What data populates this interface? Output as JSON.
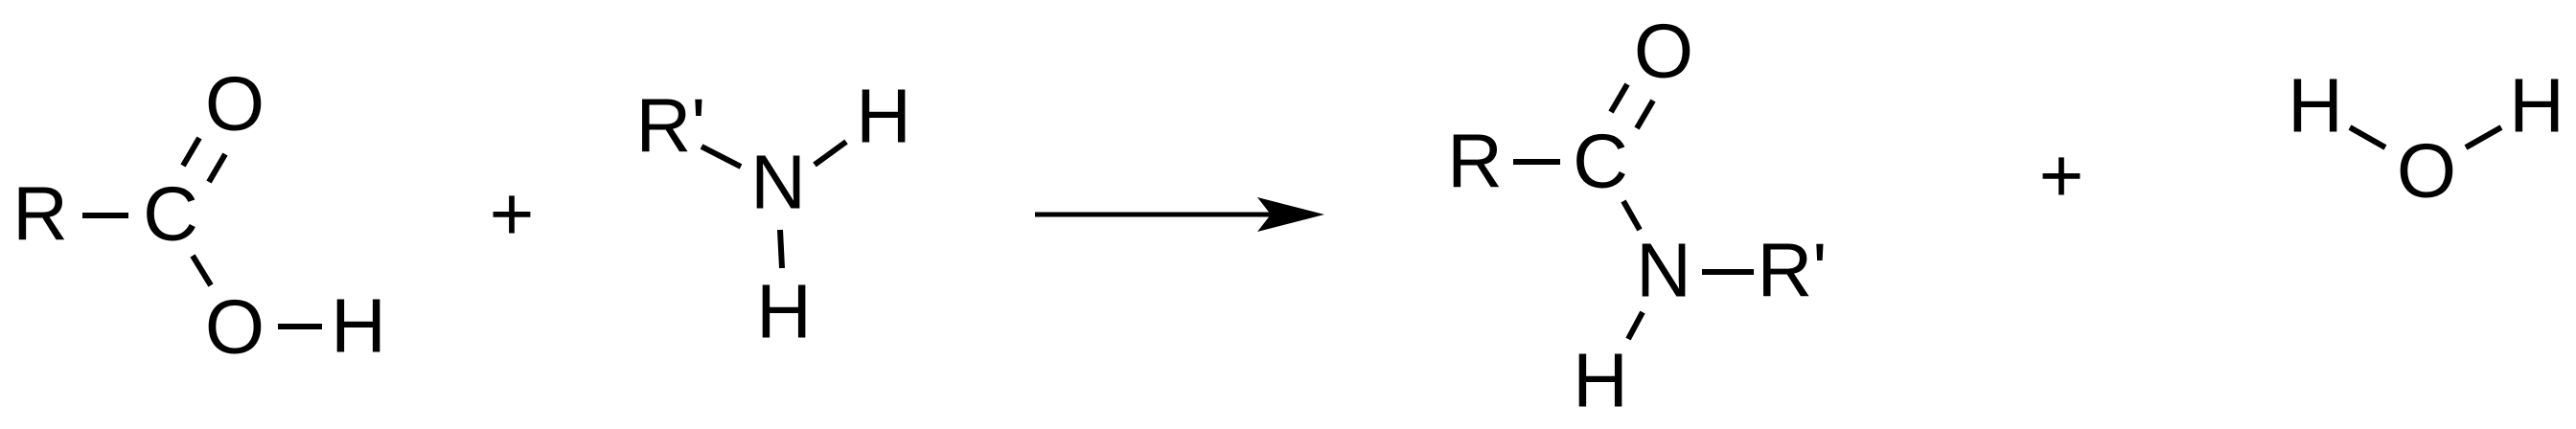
{
  "reaction": {
    "carboxylic_acid": {
      "r_group": "R",
      "carbon": "C",
      "carbonyl_oxygen": "O",
      "hydroxyl_oxygen": "O",
      "hydroxyl_hydrogen": "H"
    },
    "plus_1": "+",
    "amine": {
      "r_group": "R'",
      "nitrogen": "N",
      "hydrogen_right": "H",
      "hydrogen_bottom": "H"
    },
    "amide": {
      "r_group": "R",
      "carbon": "C",
      "oxygen": "O",
      "nitrogen": "N",
      "r_group_n": "R'",
      "hydrogen": "H"
    },
    "plus_2": "+",
    "water": {
      "hydrogen_left": "H",
      "oxygen": "O",
      "hydrogen_right": "H"
    },
    "colors": {
      "ink": "#000000",
      "background": "#ffffff"
    }
  }
}
